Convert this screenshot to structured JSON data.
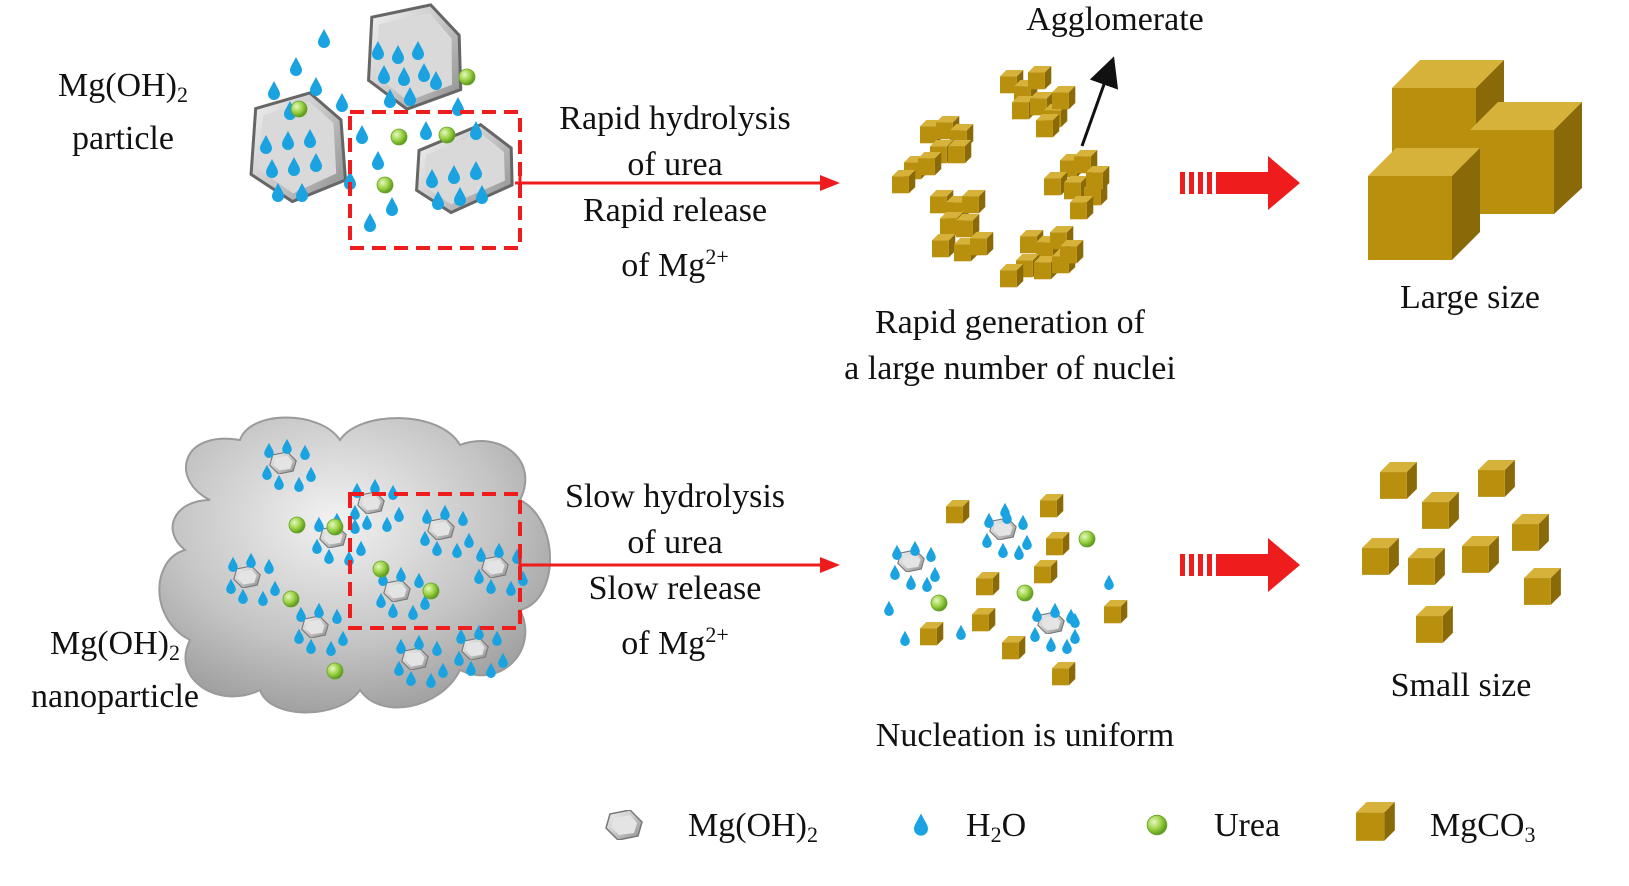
{
  "top": {
    "particle_label": {
      "main": "Mg(OH)",
      "sub": "2",
      "line2": "particle"
    },
    "arrow_text": {
      "line1": "Rapid hydrolysis",
      "line2": "of urea",
      "line3": "Rapid release",
      "line4_main": "of Mg",
      "line4_sup": "2+"
    },
    "agglomerate_label": "Agglomerate",
    "nuclei_caption": {
      "line1": "Rapid generation of",
      "line2": "a large number of nuclei"
    },
    "result_label": "Large size"
  },
  "bottom": {
    "particle_label": {
      "main": "Mg(OH)",
      "sub": "2",
      "line2": "nanoparticle"
    },
    "arrow_text": {
      "line1": "Slow hydrolysis",
      "line2": "of urea",
      "line3": "Slow release",
      "line4_main": "of Mg",
      "line4_sup": "2+"
    },
    "nuclei_caption": "Nucleation is uniform",
    "result_label": "Small size"
  },
  "legend": [
    {
      "icon": "mgoh2-crystal-icon",
      "main": "Mg(OH)",
      "sub": "2"
    },
    {
      "icon": "water-drop-icon",
      "main": "H",
      "sub": "2",
      "tail": "O"
    },
    {
      "icon": "urea-sphere-icon",
      "main": "Urea"
    },
    {
      "icon": "mgco3-cube-icon",
      "main": "MgCO",
      "sub": "3"
    }
  ],
  "colors": {
    "arrow": "#ee1c1c",
    "water": "#1aa3e0",
    "urea": "#8fce3a",
    "cube_front": "#b8900e",
    "cube_top": "#d9b43a",
    "cube_side": "#8a6a08",
    "crystal": "#c9c9c9"
  }
}
